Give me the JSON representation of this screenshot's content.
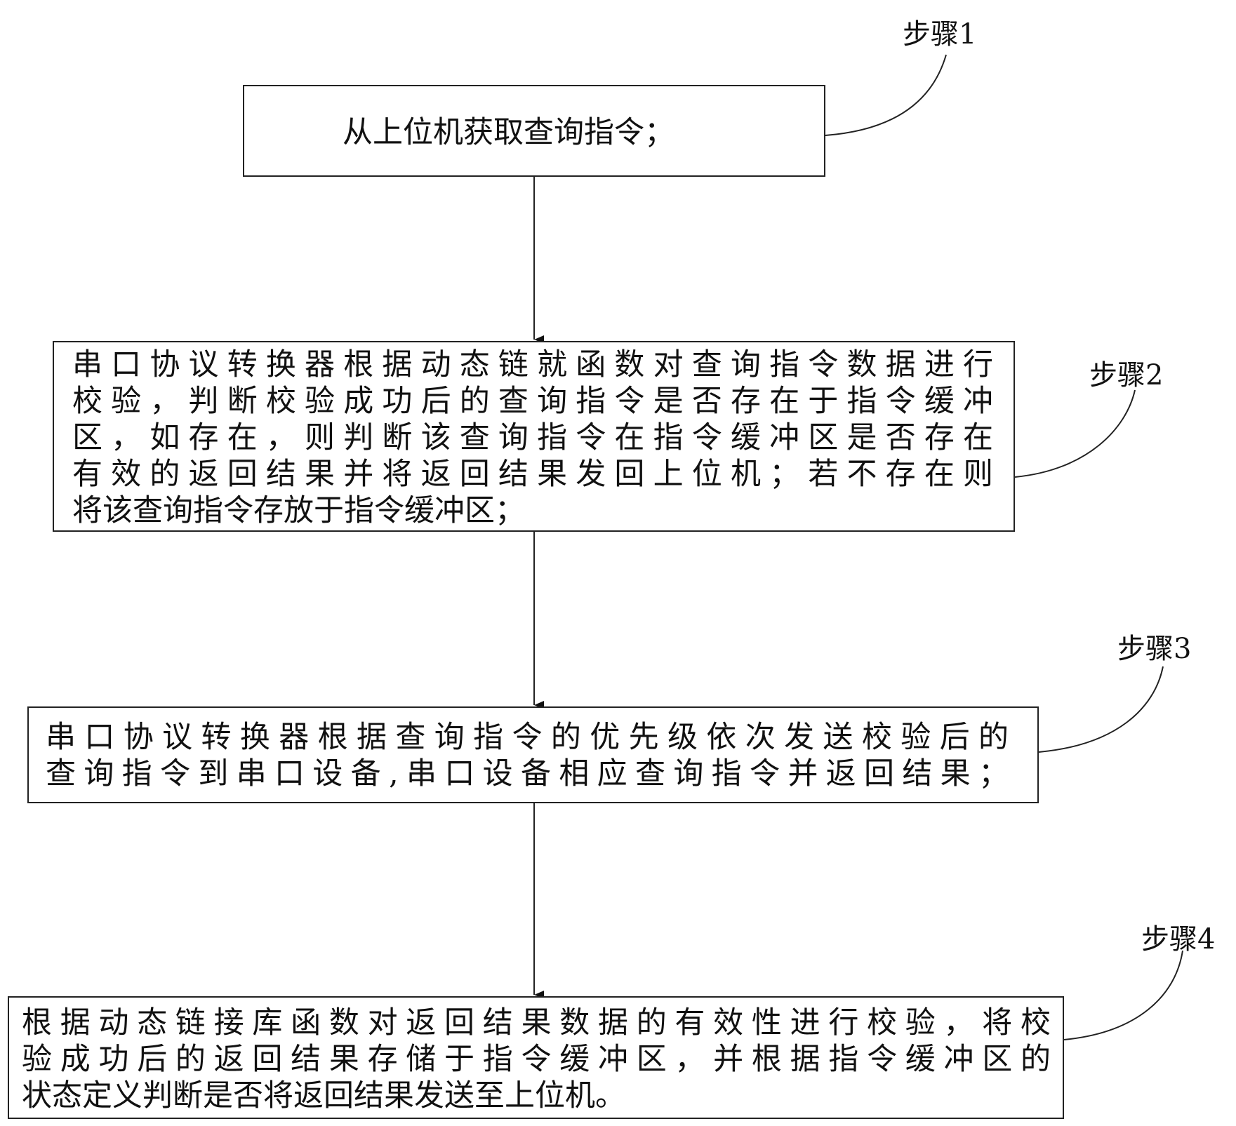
{
  "steps": [
    {
      "label": "步骤1",
      "lines": [
        "从上位机获取查询指令；"
      ]
    },
    {
      "label": "步骤2",
      "lines": [
        "串口协议转换器根据动态链就函数对查询指令数据进行",
        "校验，判断校验成功后的查询指令是否存在于指令缓冲",
        "区，如存在，则判断该查询指令在指令缓冲区是否存在",
        "有效的返回结果并将返回结果发回上位机；若不存在则",
        "将该查询指令存放于指令缓冲区；"
      ]
    },
    {
      "label": "步骤3",
      "lines": [
        "串口协议转换器根据查询指令的优先级依次发送校验后的",
        "查询指令到串口设备,串口设备相应查询指令并返回结果；"
      ]
    },
    {
      "label": "步骤4",
      "lines": [
        "根据动态链接库函数对返回结果数据的有效性进行校验，将校",
        "验成功后的返回结果存储于指令缓冲区，并根据指令缓冲区的",
        "状态定义判断是否将返回结果发送至上位机。"
      ]
    }
  ]
}
